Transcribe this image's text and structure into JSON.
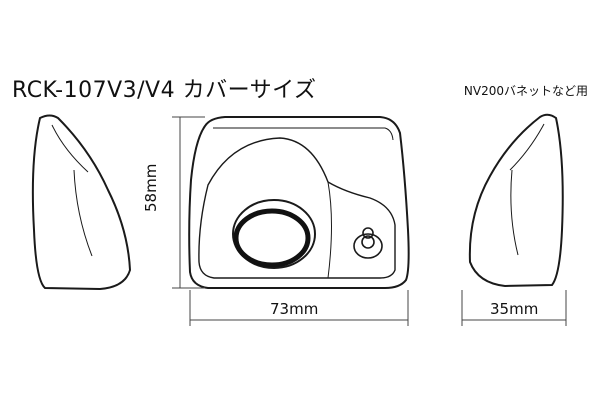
{
  "title": "RCK-107V3/V4 カバーサイズ",
  "note": "NV200バネットなど用",
  "dimensions": {
    "height": "58mm",
    "width": "73mm",
    "depth": "35mm"
  },
  "colors": {
    "outline": "#1a1a1a",
    "dimension_line": "#444444",
    "lens_ring": "#111111"
  }
}
